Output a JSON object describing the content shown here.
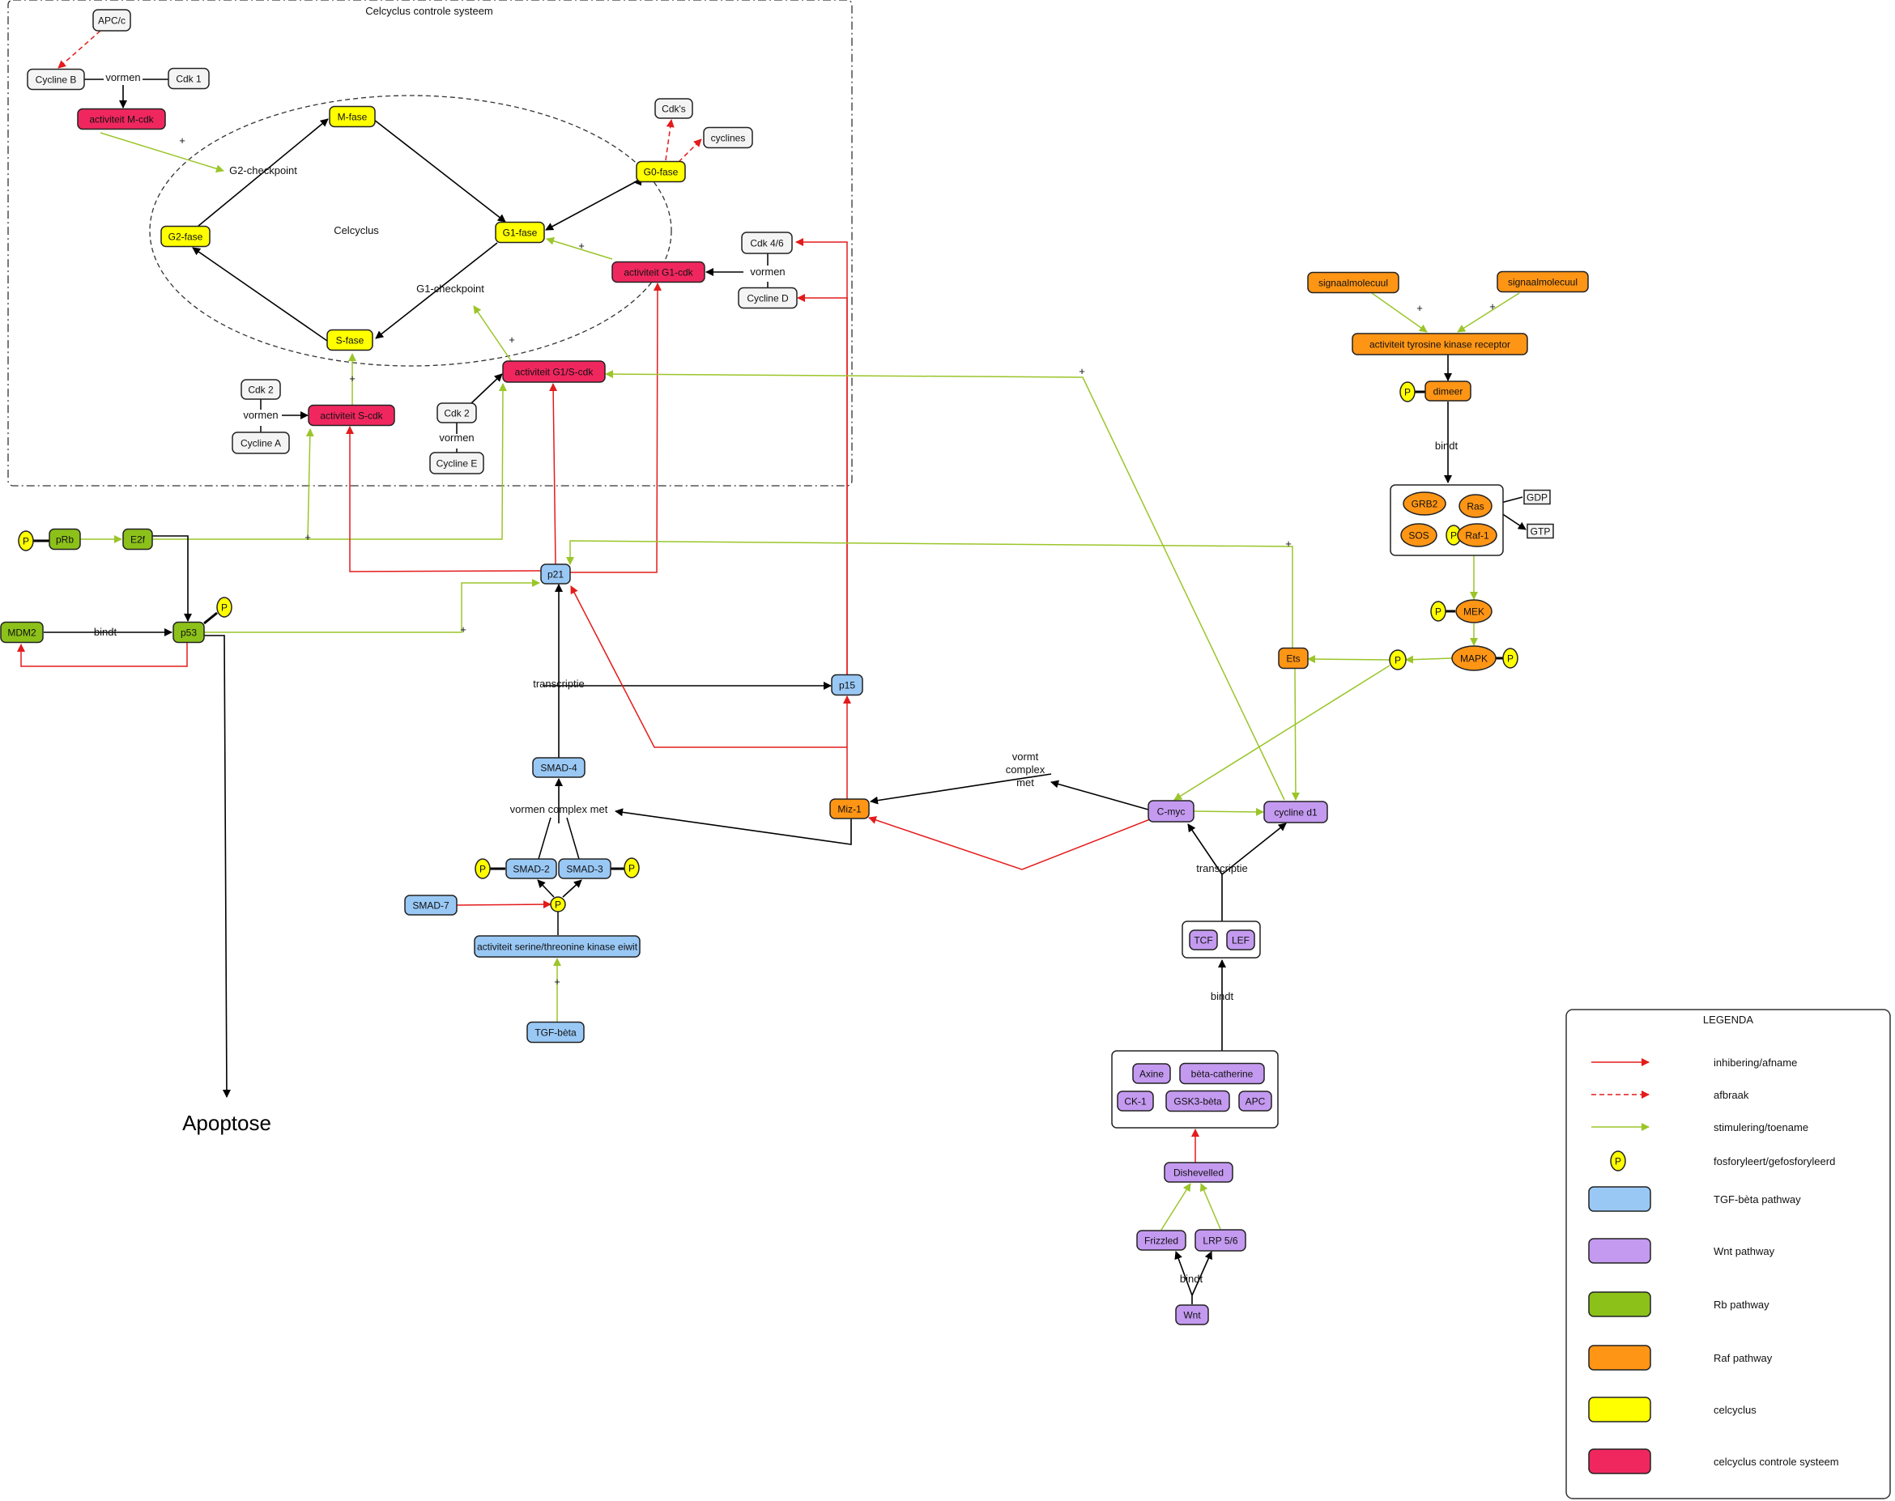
{
  "colors": {
    "tgf": "#99c8f5",
    "wnt": "#c49af0",
    "rb": "#8cc11a",
    "raf": "#ff9515",
    "cycle": "#ffff00",
    "control": "#f0275f",
    "grey": "#f4f4f4",
    "inhib": "#e41b1b",
    "stim": "#9bc52a"
  },
  "diagram": {
    "frame_title": "Celcyclus controle systeem",
    "cycle_label": "Celcyclus",
    "apoptose": "Apoptose"
  },
  "nodes": [
    {
      "id": "apc_c",
      "label": "APC/c",
      "color": "grey",
      "shape": "rect"
    },
    {
      "id": "cycline_b",
      "label": "Cycline B",
      "color": "grey",
      "shape": "rect"
    },
    {
      "id": "cdk1",
      "label": "Cdk 1",
      "color": "grey",
      "shape": "rect"
    },
    {
      "id": "m_cdk",
      "label": "activiteit M-cdk",
      "color": "control",
      "shape": "rect"
    },
    {
      "id": "m_fase",
      "label": "M-fase",
      "color": "cycle",
      "shape": "rect"
    },
    {
      "id": "g2_fase",
      "label": "G2-fase",
      "color": "cycle",
      "shape": "rect"
    },
    {
      "id": "g1_fase",
      "label": "G1-fase",
      "color": "cycle",
      "shape": "rect"
    },
    {
      "id": "s_fase",
      "label": "S-fase",
      "color": "cycle",
      "shape": "rect"
    },
    {
      "id": "g0_fase",
      "label": "G0-fase",
      "color": "cycle",
      "shape": "rect"
    },
    {
      "id": "cdks",
      "label": "Cdk's",
      "color": "grey",
      "shape": "rect"
    },
    {
      "id": "cyclines",
      "label": "cyclines",
      "color": "grey",
      "shape": "rect"
    },
    {
      "id": "cdk46",
      "label": "Cdk 4/6",
      "color": "grey",
      "shape": "rect"
    },
    {
      "id": "cycline_d",
      "label": "Cycline D",
      "color": "grey",
      "shape": "rect"
    },
    {
      "id": "g1_cdk",
      "label": "activiteit G1-cdk",
      "color": "control",
      "shape": "rect"
    },
    {
      "id": "g1s_cdk",
      "label": "activiteit G1/S-cdk",
      "color": "control",
      "shape": "rect"
    },
    {
      "id": "cdk2a",
      "label": "Cdk 2",
      "color": "grey",
      "shape": "rect"
    },
    {
      "id": "cycline_a",
      "label": "Cycline A",
      "color": "grey",
      "shape": "rect"
    },
    {
      "id": "s_cdk",
      "label": "activiteit S-cdk",
      "color": "control",
      "shape": "rect"
    },
    {
      "id": "cdk2e",
      "label": "Cdk 2",
      "color": "grey",
      "shape": "rect"
    },
    {
      "id": "cycline_e",
      "label": "Cycline E",
      "color": "grey",
      "shape": "rect"
    },
    {
      "id": "p_prb",
      "label": "P",
      "color": "cycle",
      "shape": "ellipse"
    },
    {
      "id": "prb",
      "label": "pRb",
      "color": "rb",
      "shape": "rect"
    },
    {
      "id": "e2f",
      "label": "E2f",
      "color": "rb",
      "shape": "rect"
    },
    {
      "id": "mdm2",
      "label": "MDM2",
      "color": "rb",
      "shape": "rect"
    },
    {
      "id": "p53",
      "label": "p53",
      "color": "rb",
      "shape": "rect"
    },
    {
      "id": "p_p53",
      "label": "P",
      "color": "cycle",
      "shape": "ellipse"
    },
    {
      "id": "p21",
      "label": "p21",
      "color": "tgf",
      "shape": "rect"
    },
    {
      "id": "p15",
      "label": "p15",
      "color": "tgf",
      "shape": "rect"
    },
    {
      "id": "smad4",
      "label": "SMAD-4",
      "color": "tgf",
      "shape": "rect"
    },
    {
      "id": "smad2",
      "label": "SMAD-2",
      "color": "tgf",
      "shape": "rect"
    },
    {
      "id": "smad3",
      "label": "SMAD-3",
      "color": "tgf",
      "shape": "rect"
    },
    {
      "id": "p_smad2",
      "label": "P",
      "color": "cycle",
      "shape": "ellipse"
    },
    {
      "id": "p_smad3",
      "label": "P",
      "color": "cycle",
      "shape": "ellipse"
    },
    {
      "id": "smad7",
      "label": "SMAD-7",
      "color": "tgf",
      "shape": "rect"
    },
    {
      "id": "p_ser",
      "label": "P",
      "color": "cycle",
      "shape": "ellipse"
    },
    {
      "id": "ser_kinase",
      "label": "activiteit serine/threonine kinase eiwit",
      "color": "tgf",
      "shape": "rect"
    },
    {
      "id": "tgf_beta",
      "label": "TGF-bèta",
      "color": "tgf",
      "shape": "rect"
    },
    {
      "id": "miz1",
      "label": "Miz-1",
      "color": "raf",
      "shape": "rect"
    },
    {
      "id": "cmyc",
      "label": "C-myc",
      "color": "wnt",
      "shape": "rect"
    },
    {
      "id": "cycline_d1",
      "label": "cycline d1",
      "color": "wnt",
      "shape": "rect"
    },
    {
      "id": "tcf",
      "label": "TCF",
      "color": "wnt",
      "shape": "rect"
    },
    {
      "id": "lef",
      "label": "LEF",
      "color": "wnt",
      "shape": "rect"
    },
    {
      "id": "axine",
      "label": "Axine",
      "color": "wnt",
      "shape": "rect"
    },
    {
      "id": "beta_cat",
      "label": "bèta-catherine",
      "color": "wnt",
      "shape": "rect"
    },
    {
      "id": "ck1",
      "label": "CK-1",
      "color": "wnt",
      "shape": "rect"
    },
    {
      "id": "gsk3",
      "label": "GSK3-bèta",
      "color": "wnt",
      "shape": "rect"
    },
    {
      "id": "apc",
      "label": "APC",
      "color": "wnt",
      "shape": "rect"
    },
    {
      "id": "dishevelled",
      "label": "Dishevelled",
      "color": "wnt",
      "shape": "rect"
    },
    {
      "id": "frizzled",
      "label": "Frizzled",
      "color": "wnt",
      "shape": "rect"
    },
    {
      "id": "lrp",
      "label": "LRP 5/6",
      "color": "wnt",
      "shape": "rect"
    },
    {
      "id": "wnt",
      "label": "Wnt",
      "color": "wnt",
      "shape": "rect"
    },
    {
      "id": "signaal1",
      "label": "signaalmolecuul",
      "color": "raf",
      "shape": "rect"
    },
    {
      "id": "signaal2",
      "label": "signaalmolecuul",
      "color": "raf",
      "shape": "rect"
    },
    {
      "id": "tyrosine",
      "label": "activiteit tyrosine kinase receptor",
      "color": "raf",
      "shape": "rect"
    },
    {
      "id": "p_dimeer",
      "label": "P",
      "color": "cycle",
      "shape": "ellipse"
    },
    {
      "id": "dimeer",
      "label": "dimeer",
      "color": "raf",
      "shape": "rect"
    },
    {
      "id": "grb2",
      "label": "GRB2",
      "color": "raf",
      "shape": "ellipse"
    },
    {
      "id": "ras",
      "label": "Ras",
      "color": "raf",
      "shape": "ellipse"
    },
    {
      "id": "sos",
      "label": "SOS",
      "color": "raf",
      "shape": "ellipse"
    },
    {
      "id": "p_raf",
      "label": "P",
      "color": "cycle",
      "shape": "ellipse"
    },
    {
      "id": "raf1",
      "label": "Raf-1",
      "color": "raf",
      "shape": "ellipse"
    },
    {
      "id": "gdp",
      "label": "GDP",
      "color": "grey",
      "shape": "rect"
    },
    {
      "id": "gtp",
      "label": "GTP",
      "color": "grey",
      "shape": "rect"
    },
    {
      "id": "p_mek",
      "label": "P",
      "color": "cycle",
      "shape": "ellipse"
    },
    {
      "id": "mek",
      "label": "MEK",
      "color": "raf",
      "shape": "ellipse"
    },
    {
      "id": "mapk",
      "label": "MAPK",
      "color": "raf",
      "shape": "ellipse"
    },
    {
      "id": "p_mapk",
      "label": "P",
      "color": "cycle",
      "shape": "ellipse"
    },
    {
      "id": "p_mid",
      "label": "P",
      "color": "cycle",
      "shape": "ellipse"
    },
    {
      "id": "ets",
      "label": "Ets",
      "color": "raf",
      "shape": "rect"
    }
  ],
  "edge_labels": [
    {
      "id": "l_vormen_b",
      "text": "vormen"
    },
    {
      "id": "l_g2check",
      "text": "G2-checkpoint"
    },
    {
      "id": "l_g1check",
      "text": "G1-checkpoint"
    },
    {
      "id": "l_vormen_d",
      "text": "vormen"
    },
    {
      "id": "l_vormen_a",
      "text": "vormen"
    },
    {
      "id": "l_vormen_e",
      "text": "vormen"
    },
    {
      "id": "l_bindt_mdm2",
      "text": "bindt"
    },
    {
      "id": "l_transcriptie",
      "text": "transcriptie"
    },
    {
      "id": "l_vormen_complex",
      "text": "vormen complex met"
    },
    {
      "id": "l_vormt1",
      "text": "vormt"
    },
    {
      "id": "l_vormt2",
      "text": "complex"
    },
    {
      "id": "l_vormt3",
      "text": "met"
    },
    {
      "id": "l_transcriptie_w",
      "text": "transcriptie"
    },
    {
      "id": "l_bindt_w",
      "text": "bindt"
    },
    {
      "id": "l_bindt_wnt",
      "text": "bindt"
    },
    {
      "id": "l_bindt_raf",
      "text": "bindt"
    }
  ],
  "legend": {
    "title": "LEGENDA",
    "items": [
      {
        "kind": "inhib",
        "label": "inhibering/afname"
      },
      {
        "kind": "decay",
        "label": "afbraak"
      },
      {
        "kind": "stim",
        "label": "stimulering/toename"
      },
      {
        "kind": "phos",
        "label": "fosforyleert/gefosforyleerd",
        "symbol": "P"
      },
      {
        "kind": "box",
        "color": "tgf",
        "label": "TGF-bèta pathway"
      },
      {
        "kind": "box",
        "color": "wnt",
        "label": "Wnt pathway"
      },
      {
        "kind": "box",
        "color": "rb",
        "label": "Rb pathway"
      },
      {
        "kind": "box",
        "color": "raf",
        "label": "Raf pathway"
      },
      {
        "kind": "box",
        "color": "cycle",
        "label": "celcyclus"
      },
      {
        "kind": "box",
        "color": "control",
        "label": "celcyclus controle systeem"
      }
    ]
  }
}
